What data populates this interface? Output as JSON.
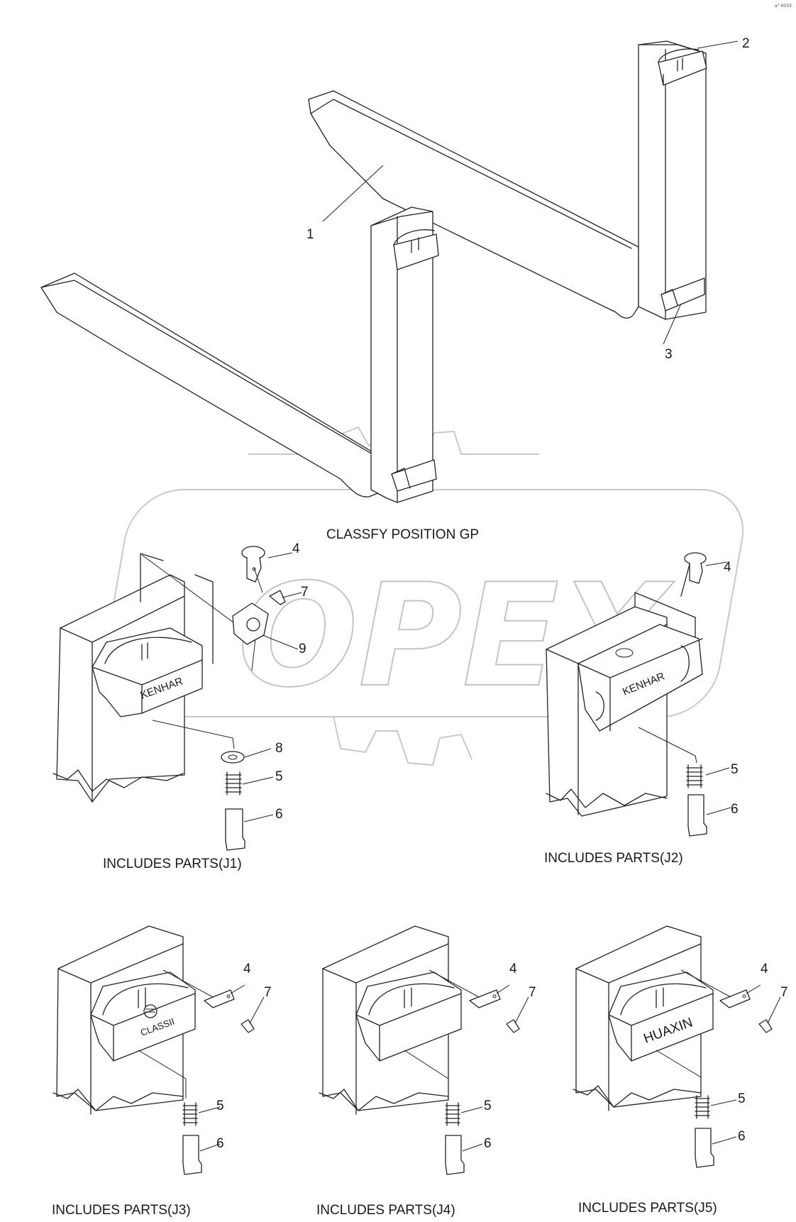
{
  "diagram": {
    "title": "CLASSFY POSITION GP",
    "corner_mark": "a° 0033",
    "watermark": {
      "text": "OPEX",
      "kind": "logo"
    },
    "callouts": {
      "main_fork_1": "1",
      "main_fork_2": "2",
      "main_fork_3": "3",
      "j1_4": "4",
      "j1_7": "7",
      "j1_9": "9",
      "j1_8": "8",
      "j1_5": "5",
      "j1_6": "6",
      "j2_4": "4",
      "j2_5": "5",
      "j2_6": "6",
      "j3_4": "4",
      "j3_7": "7",
      "j3_5": "5",
      "j3_6": "6",
      "j4_4": "4",
      "j4_7": "7",
      "j4_5": "5",
      "j4_6": "6",
      "j5_4": "4",
      "j5_7": "7",
      "j5_5": "5",
      "j5_6": "6"
    },
    "captions": {
      "j1": "INCLUDES PARTS(J1)",
      "j2": "INCLUDES PARTS(J2)",
      "j3": "INCLUDES PARTS(J3)",
      "j4": "INCLUDES PARTS(J4)",
      "j5": "INCLUDES PARTS(J5)"
    },
    "brand_marks": {
      "j1": "KENHAR",
      "j2": "KENHAR",
      "j3": "CLASSII",
      "j5": "HUAXIN"
    }
  }
}
